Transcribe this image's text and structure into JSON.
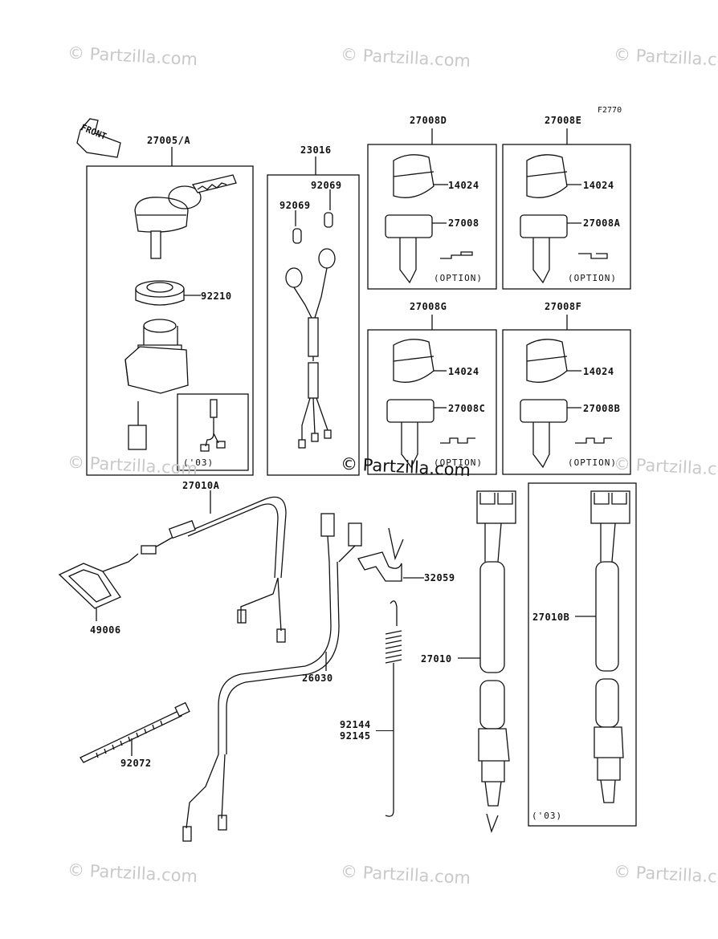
{
  "diagram_code": "F2770",
  "front_label": "FRONT",
  "watermark": "© Partzilla.com",
  "option_label": "(OPTION)",
  "year_label": "('03)",
  "parts": {
    "ignition_switch": "27005/A",
    "nut": "92210",
    "harness_23016": "23016",
    "cap_a": "92069",
    "cap_b": "92069",
    "key_set_d": "27008D",
    "key_set_e": "27008E",
    "key_set_g": "27008G",
    "key_set_f": "27008F",
    "knob_d": "14024",
    "knob_e": "14024",
    "knob_g": "14024",
    "knob_f": "14024",
    "key_d": "27008",
    "key_e": "27008A",
    "key_g": "27008C",
    "key_f": "27008B",
    "cable": "27010A",
    "cover": "49006",
    "harness_26030": "26030",
    "clamp": "32059",
    "spring_a": "92144",
    "spring_b": "92145",
    "band": "92072",
    "switch_27010": "27010",
    "switch_27010b": "27010B"
  },
  "colors": {
    "line": "#111111",
    "watermark": "#c9c9c9"
  }
}
